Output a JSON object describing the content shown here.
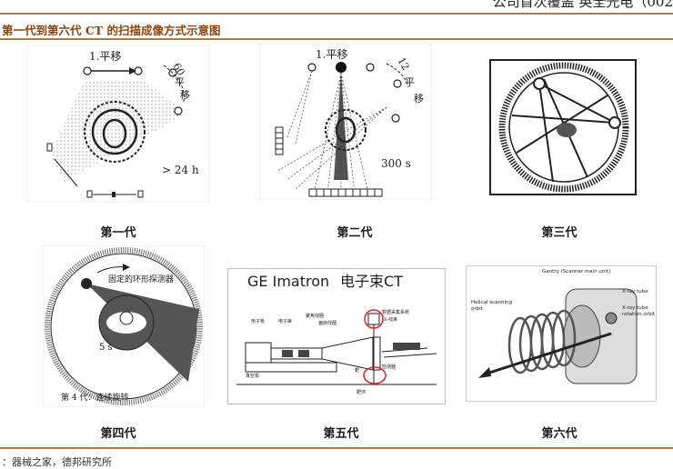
{
  "header": {
    "text": "公司首次覆盖  英全光电（002"
  },
  "figure": {
    "title": "第一代到第六代 CT 的扫描成像方式示意图",
    "source": "：器械之家，德邦研究所"
  },
  "panels": [
    {
      "caption": "第一代",
      "labels": {
        "move": "1.平移",
        "rotate_a": "60",
        "rotate_b": "平",
        "rotate_c": "移",
        "time": "> 24 h"
      }
    },
    {
      "caption": "第二代",
      "labels": {
        "move": "1.平移",
        "rotate_a": "12",
        "rotate_b": "平",
        "rotate_c": "移",
        "time": "300 s"
      }
    },
    {
      "caption": "第三代"
    },
    {
      "caption": "第四代",
      "labels": {
        "ring": "固定的环形探测器",
        "time": "5 s",
        "footer": "第 4 代：连续旋转"
      }
    },
    {
      "caption": "第五代",
      "labels": {
        "title_a": "GE  Imatron",
        "title_b": "电子束CT",
        "l1": "电子枪",
        "l2": "电子束",
        "l3": "聚焦线圈",
        "l4": "偏转线圈",
        "l5": "数据采集系统",
        "l6": "X-线束",
        "l7": "检测器",
        "l8": "靶",
        "l9": "真空泵",
        "l10": "靶环"
      }
    },
    {
      "caption": "第六代",
      "labels": {
        "gantry": "Gantry (Scanner main unit)",
        "xray": "X-ray tube",
        "rot_a": "X-ray tube",
        "rot_b": "rotation orbit",
        "helical_a": "Helical scanning",
        "helical_b": "orbit"
      }
    }
  ]
}
